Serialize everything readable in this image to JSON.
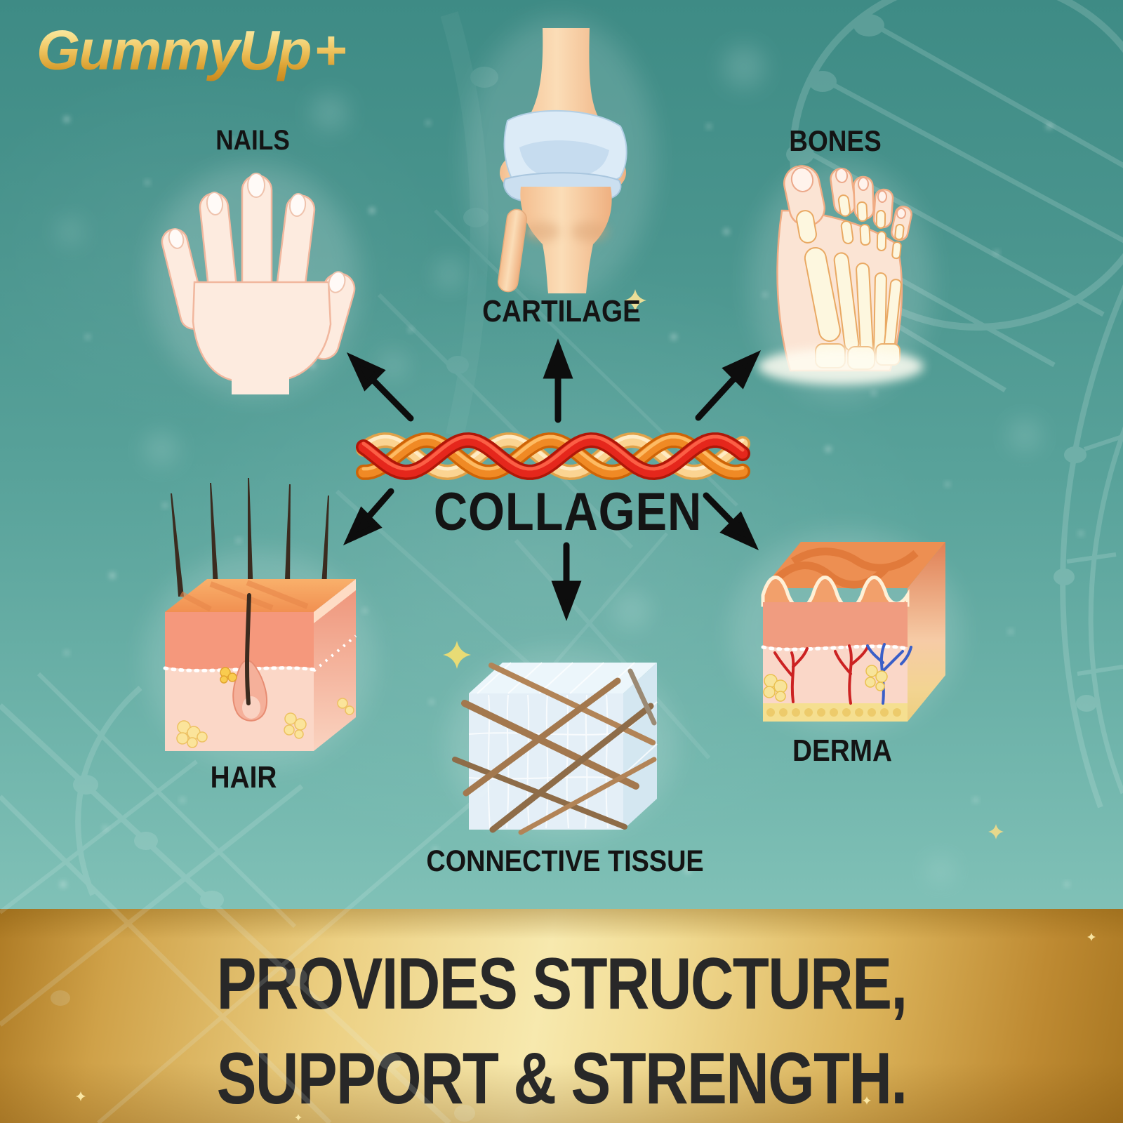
{
  "brand": {
    "name": "GummyUp",
    "plus": "+"
  },
  "diagram": {
    "center_label": "COLLAGEN",
    "labels": {
      "nails": "NAILS",
      "cartilage": "CARTILAGE",
      "bones": "BONES",
      "hair": "HAIR",
      "connective_tissue": "CONNECTIVE TISSUE",
      "derma": "DERMA"
    }
  },
  "banner": {
    "line1": "PROVIDES STRUCTURE,",
    "line2": "SUPPORT & STRENGTH."
  },
  "colors": {
    "background_teal": "#4E9C94",
    "banner_gold": "#E9CD7E",
    "logo_gold": "#E2B04A",
    "label_text": "#141414",
    "collagen_red": "#E5271C",
    "collagen_orange": "#F08A25",
    "collagen_cream": "#FBD492",
    "arrow_black": "#0D0D0D"
  }
}
